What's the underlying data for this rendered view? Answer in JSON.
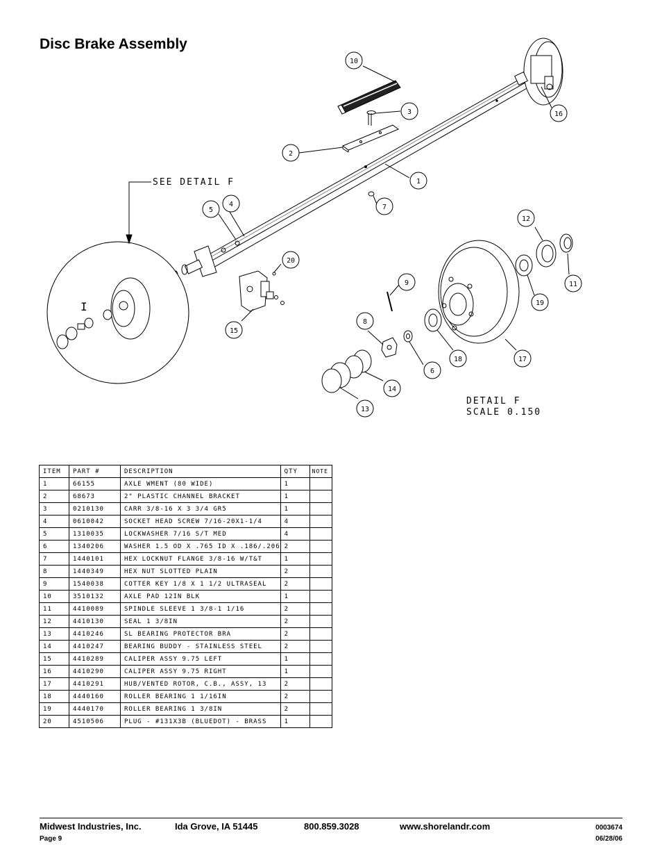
{
  "page": {
    "title": "Disc Brake Assembly"
  },
  "diagram": {
    "see_detail": "SEE DETAIL F",
    "detail_label": "DETAIL F",
    "scale_label": "SCALE 0.150",
    "detail_index": "I",
    "callouts": [
      "1",
      "2",
      "3",
      "4",
      "5",
      "6",
      "7",
      "8",
      "9",
      "10",
      "11",
      "12",
      "13",
      "14",
      "15",
      "16",
      "17",
      "18",
      "19",
      "20"
    ]
  },
  "table": {
    "headers": [
      "ITEM",
      "PART #",
      "DESCRIPTION",
      "QTY",
      "NOTE"
    ],
    "rows": [
      {
        "item": "1",
        "part": "66155",
        "desc": "AXLE WMENT (80 WIDE)",
        "qty": "1"
      },
      {
        "item": "2",
        "part": "68673",
        "desc": "2\" PLASTIC CHANNEL BRACKET",
        "qty": "1"
      },
      {
        "item": "3",
        "part": "0210130",
        "desc": "CARR 3/8-16 X 3 3/4 GR5",
        "qty": "1"
      },
      {
        "item": "4",
        "part": "0610042",
        "desc": "SOCKET HEAD SCREW 7/16-20X1-1/4",
        "qty": "4"
      },
      {
        "item": "5",
        "part": "1310035",
        "desc": "LOCKWASHER 7/16 S/T MED",
        "qty": "4"
      },
      {
        "item": "6",
        "part": "1340206",
        "desc": "WASHER 1.5 OD X .765 ID X .186/.206",
        "qty": "2"
      },
      {
        "item": "7",
        "part": "1440101",
        "desc": "HEX LOCKNUT FLANGE 3/8-16 W/T&T",
        "qty": "1"
      },
      {
        "item": "8",
        "part": "1440349",
        "desc": "HEX NUT SLOTTED PLAIN",
        "qty": "2"
      },
      {
        "item": "9",
        "part": "1540038",
        "desc": "COTTER KEY 1/8 X 1 1/2 ULTRASEAL",
        "qty": "2"
      },
      {
        "item": "10",
        "part": "3510132",
        "desc": "AXLE PAD 12IN BLK",
        "qty": "1"
      },
      {
        "item": "11",
        "part": "4410089",
        "desc": "SPINDLE SLEEVE 1 3/8-1 1/16",
        "qty": "2"
      },
      {
        "item": "12",
        "part": "4410130",
        "desc": "SEAL 1 3/8IN",
        "qty": "2"
      },
      {
        "item": "13",
        "part": "4410246",
        "desc": "SL BEARING PROTECTOR BRA",
        "qty": "2"
      },
      {
        "item": "14",
        "part": "4410247",
        "desc": "BEARING BUDDY - STAINLESS STEEL",
        "qty": "2"
      },
      {
        "item": "15",
        "part": "4410289",
        "desc": "CALIPER ASSY 9.75 LEFT",
        "qty": "1"
      },
      {
        "item": "16",
        "part": "4410290",
        "desc": "CALIPER ASSY 9.75 RIGHT",
        "qty": "1"
      },
      {
        "item": "17",
        "part": "4410291",
        "desc": "HUB/VENTED ROTOR, C.B., ASSY, 13",
        "qty": "2"
      },
      {
        "item": "18",
        "part": "4440160",
        "desc": "ROLLER BEARING 1 1/16IN",
        "qty": "2"
      },
      {
        "item": "19",
        "part": "4440170",
        "desc": "ROLLER BEARING 1 3/8IN",
        "qty": "2"
      },
      {
        "item": "20",
        "part": "4510506",
        "desc": "PLUG - #131X3B (BLUEDOT) - BRASS",
        "qty": "1"
      }
    ]
  },
  "footer": {
    "company": "Midwest Industries, Inc.",
    "city": "Ida Grove, IA  51445",
    "phone": "800.859.3028",
    "website": "www.shorelandr.com",
    "doc_number": "0003674",
    "page": "Page 9",
    "date": "06/28/06"
  }
}
